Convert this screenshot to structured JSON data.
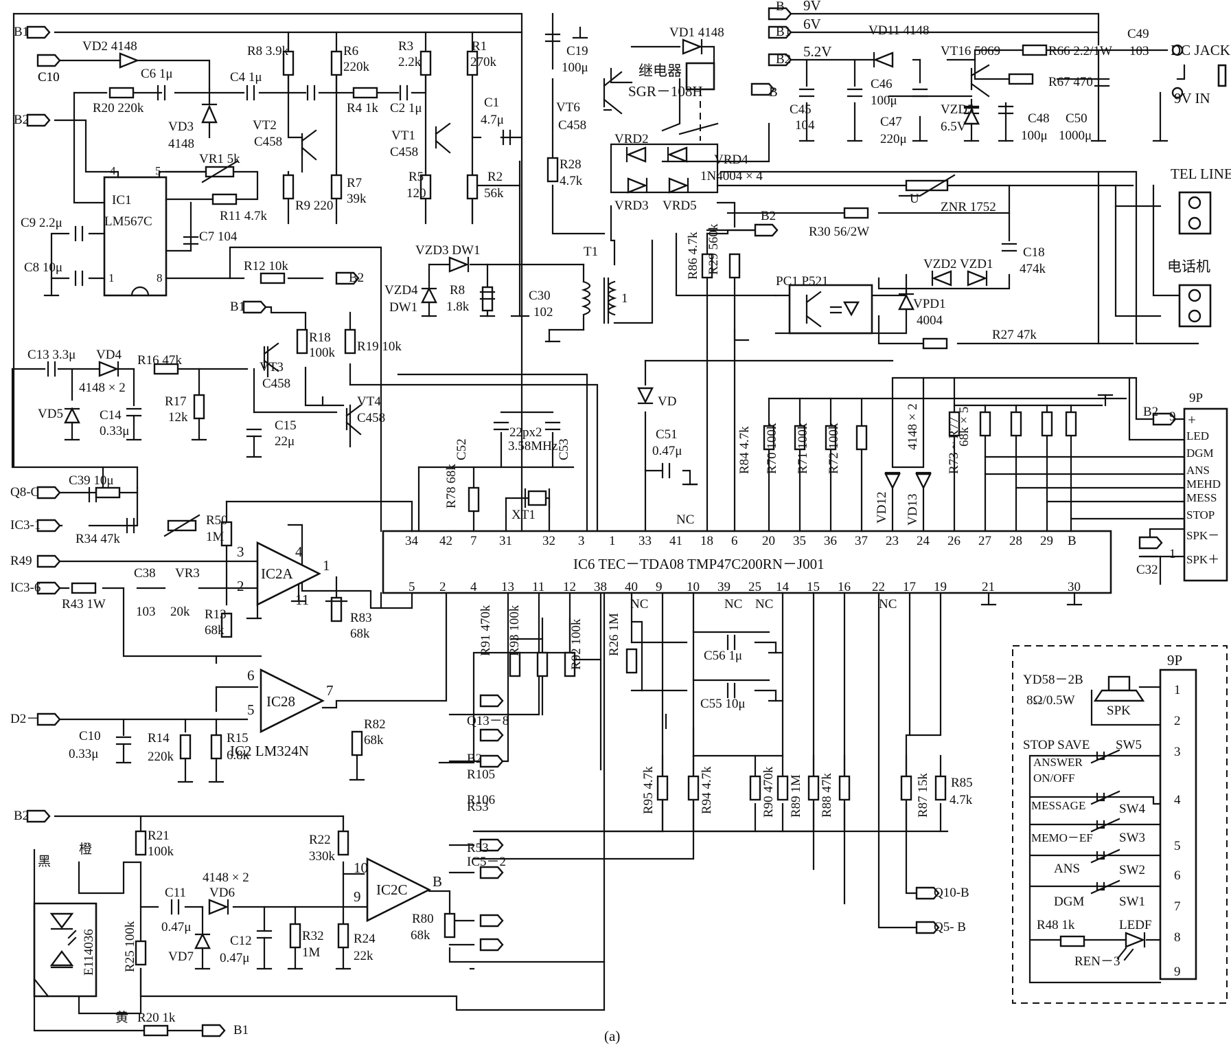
{
  "caption": "(a)",
  "ic6": {
    "label": "IC6 TEC－TDA08  TMP47C200RN－J001",
    "top_pins": [
      "34",
      "42",
      "7",
      "31",
      "32",
      "3",
      "1",
      "33",
      "41",
      "18",
      "6",
      "20",
      "35",
      "36",
      "37",
      "23",
      "24",
      "26",
      "27",
      "28",
      "29",
      "B"
    ],
    "bottom_pins": [
      "5",
      "2",
      "4",
      "13",
      "11",
      "12",
      "38",
      "40",
      "9",
      "10",
      "39",
      "25",
      "14",
      "15",
      "16",
      "22",
      "17",
      "19",
      "21",
      "30"
    ],
    "nc": "NC"
  },
  "ic1": {
    "label1": "IC1",
    "label2": "LM567C",
    "pins": [
      "4",
      "5",
      "1",
      "8"
    ]
  },
  "opamps": {
    "ic2a": {
      "label": "IC2A",
      "pins": [
        "3",
        "2",
        "1",
        "4",
        "11"
      ]
    },
    "ic2b": {
      "label": "IC28",
      "pins": [
        "6",
        "5",
        "7"
      ],
      "note": "IC2  LM324N"
    },
    "ic2c": {
      "label": "IC2C",
      "pins": [
        "10",
        "9",
        "B"
      ]
    }
  },
  "transistors": [
    {
      "name": "VT2",
      "type": "C458"
    },
    {
      "name": "VT1",
      "type": "C458"
    },
    {
      "name": "VT3",
      "type": "C458"
    },
    {
      "name": "VT4",
      "type": "C458"
    },
    {
      "name": "VT6",
      "type": "C458"
    },
    {
      "name": "VT16",
      "type": "5069"
    }
  ],
  "rails": {
    "b_9v": "9V",
    "b1_6v": "6V",
    "b2_5v": "5.2V",
    "dc_jack": "DC JACK",
    "dc_in": "9V IN",
    "tel_line": "TEL LINE",
    "phone": "电话机",
    "relay": "继电器",
    "relay_type": "SGR－108H"
  },
  "terminals": [
    "B1",
    "C10",
    "B2",
    "B2",
    "B1",
    "Q8-C",
    "IC3-1",
    "R49",
    "IC3-6",
    "D2－",
    "B2",
    "B1",
    "B",
    "B",
    "B1",
    "B2",
    "B2",
    "B2",
    "Q13－8",
    "B2",
    "R105",
    "R106",
    "R53",
    "R53",
    "IC5－2",
    "Q10-B",
    "Q5- B",
    "C32"
  ],
  "labels": {
    "vd2": "VD2 4148",
    "c10t": "C10",
    "c6": "C6  1μ",
    "r20": "R20  220k",
    "vd3": "VD3",
    "vd3v": "4148",
    "c4": "C4  1μ",
    "r8": "R8 3.9k",
    "r6": "R6",
    "r6v": "220k",
    "r4": "R4 1k",
    "c2": "C2 1μ",
    "r3": "R3",
    "r3v": "2.2k",
    "r1": "R1",
    "r1v": "270k",
    "c1": "C1",
    "c1v": "4.7μ",
    "vt2": "VT2",
    "vt2t": "C458",
    "vt1": "VT1",
    "vt1t": "C458",
    "r9": "R9 220",
    "r7": "R7",
    "r7v": "39k",
    "r5": "R5",
    "r5v": "120",
    "r2": "R2",
    "r2v": "56k",
    "vr1": "VR1  5k",
    "r11": "R11  4.7k",
    "c7": "C7  104",
    "c9": "C9  2.2μ",
    "c8": "C8  10μ",
    "r12": "R12  10k",
    "vzd3": "VZD3  DW1",
    "vzd4": "VZD4",
    "dw1": "DW1",
    "r8b": "R8",
    "r8bv": "1.8k",
    "c30": "C30",
    "c30v": "102",
    "t1": "T1",
    "t1p": "1",
    "c13": "C13  3.3μ",
    "vd4": "VD4",
    "vd4x": "4148 × 2",
    "r16": "R16  47k",
    "vd5": "VD5",
    "c14": "C14",
    "c14v": "0.33μ",
    "r17": "R17",
    "r17v": "12k",
    "vt3": "VT3",
    "vt3t": "C458",
    "c15": "C15",
    "c15v": "22μ",
    "r18": "R18",
    "r18v": "100k",
    "r19": "R19  10k",
    "vt4": "VT4",
    "vt4t": "C458",
    "c39": "C39  10μ",
    "r34": "R34  47k",
    "r50": "R50",
    "r50v": "1M",
    "c38": "C38",
    "c38v": "103",
    "vr3": "VR3",
    "vr3v": "20k",
    "r43": "R43  1W",
    "r13": "R13",
    "r13v": "68k",
    "r83": "R83",
    "r83v": "68k",
    "c10b": "C10",
    "c10bv": "0.33μ",
    "r14": "R14",
    "r14v": "220k",
    "r15": "R15",
    "r15v": "6.8k",
    "r82": "R82",
    "r82v": "68k",
    "r21": "R21",
    "r21v": "100k",
    "r22": "R22",
    "r22v": "330k",
    "c11": "C11",
    "c11v": "0.47μ",
    "vd6x": "4148 × 2",
    "vd6": "VD6",
    "vd7": "VD7",
    "c12": "C12",
    "c12v": "0.47μ",
    "r32": "R32",
    "r32v": "1M",
    "r24": "R24",
    "r24v": "22k",
    "r80": "R80",
    "r80v": "68k",
    "r25": "R25  100k",
    "r20b": "R20  1k",
    "black": "黑",
    "orange": "橙",
    "yellow": "黄",
    "e114036": "E114036",
    "c19": "C19",
    "c19v": "100μ",
    "vd1": "VD1  4148",
    "vt6": "VT6",
    "vt6t": "C458",
    "r28": "R28",
    "r28v": "4.7k",
    "vrd2": "VRD2",
    "vrd4": "VRD4",
    "vrd4x": "1N4004 × 4",
    "vrd3": "VRD3",
    "vrd5": "VRD5",
    "znr": "ZNR  1752",
    "u": "U",
    "r30": "R30  56/2W",
    "c18": "C18",
    "c18v": "474k",
    "vzd2": "VZD2  VZD1",
    "pc1": "PC1  P521",
    "vpd1": "VPD1",
    "vpd1v": "4004",
    "r27": "R27  47k",
    "r86": "R86  4.7k",
    "r29": "R29  560k",
    "vd11": "VD11  4148",
    "vt16": "VT16  5069",
    "r66": "R66  2.2/1W",
    "r67": "R67  470",
    "c49": "C49",
    "c49v": "103",
    "c45": "C45",
    "c45v": "104",
    "c46": "C46",
    "c46v": "100μ",
    "c47": "C47",
    "c47v": "220μ",
    "vzd5": "VZD5",
    "vzd5v": "6.5V",
    "c48": "C48",
    "c48v": "100μ",
    "c50": "C50",
    "c50v": "1000μ",
    "vd": "VD",
    "c51": "C51",
    "c51v": "0.47μ",
    "c52": "C52",
    "c53": "C53",
    "xtal_pf": "22px2",
    "xtal_f": "3.58MHz",
    "xt1": "XT1",
    "r78": "R78  68k",
    "r84": "R84  4.7k",
    "r70": "R70  100k",
    "r71": "R71  100k",
    "r72": "R72  100k",
    "vd12": "VD12",
    "vd13": "VD13",
    "vd13x": "4148 × 2",
    "r73": "R73 ~ R77",
    "r73v": "68k × 5",
    "p9": "9P",
    "p9_9": "9",
    "p9_1": "1",
    "r91": "R91  470k",
    "r93": "R93  100k",
    "r92": "R92  100k",
    "r26": "R26  1M",
    "c56": "C56  1μ",
    "c55": "C55  10μ",
    "r95": "R95  4.7k",
    "r94": "R94  4.7k",
    "r90": "R90  470k",
    "r89": "R89  1M",
    "r88": "R88  47k",
    "r87": "R87  15k",
    "r85": "R85",
    "r85v": "4.7k"
  },
  "connector_9p_top": {
    "pins": [
      "LED",
      "DGM",
      "ANS",
      "MEHD",
      "MESS",
      "STOP",
      "SPK－",
      "SPK＋"
    ]
  },
  "keyboard": {
    "title": "9P",
    "speaker_model": "YD58－2B",
    "speaker_spec": "8Ω/0.5W",
    "speaker": "SPK",
    "stop_save": "STOP SAVE",
    "answer_onoff_1": "ANSWER",
    "answer_onoff_2": "ON/OFF",
    "switches": [
      "SW5",
      "SW4",
      "SW3",
      "SW2",
      "SW1"
    ],
    "message": "MESSAGE",
    "memo": "MEMO－EF",
    "ans": "ANS",
    "dgm": "DGM",
    "r48": "R48  1k",
    "ledf": "LEDF",
    "ren": "REN－3",
    "pins": [
      "1",
      "2",
      "3",
      "4",
      "5",
      "6",
      "7",
      "8",
      "9"
    ]
  }
}
